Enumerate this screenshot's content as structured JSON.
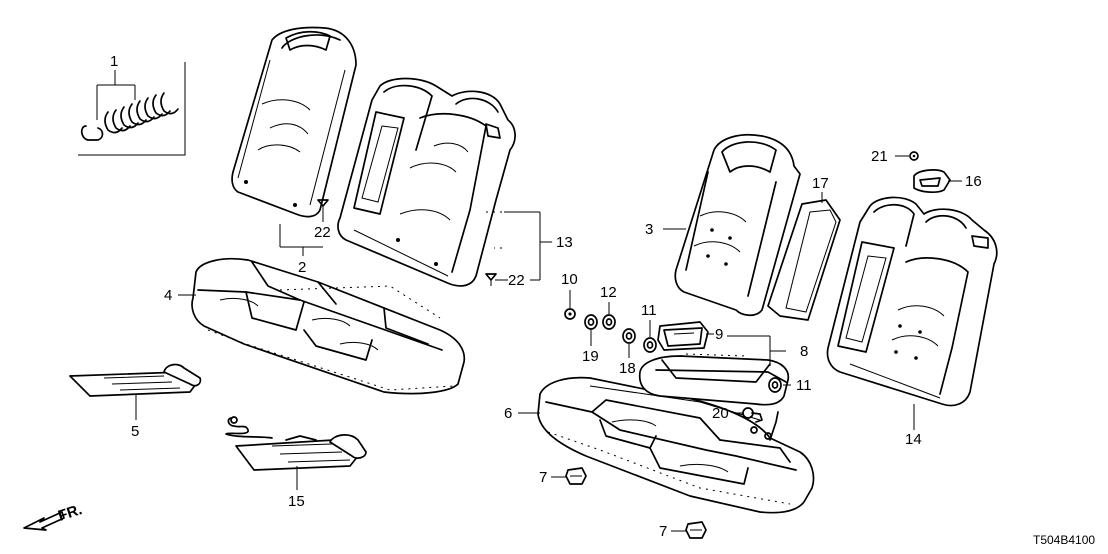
{
  "diagram": {
    "callouts": {
      "c1": "1",
      "c2": "2",
      "c3": "3",
      "c4": "4",
      "c5": "5",
      "c6": "6",
      "c7a": "7",
      "c7b": "7",
      "c8": "8",
      "c9": "9",
      "c10": "10",
      "c11a": "11",
      "c11b": "11",
      "c12": "12",
      "c13": "13",
      "c14": "14",
      "c15": "15",
      "c16": "16",
      "c17": "17",
      "c18": "18",
      "c19": "19",
      "c20": "20",
      "c21": "21",
      "c22a": "22",
      "c22b": "22"
    },
    "direction_label": "FR.",
    "diagram_code": "T504B4100"
  }
}
